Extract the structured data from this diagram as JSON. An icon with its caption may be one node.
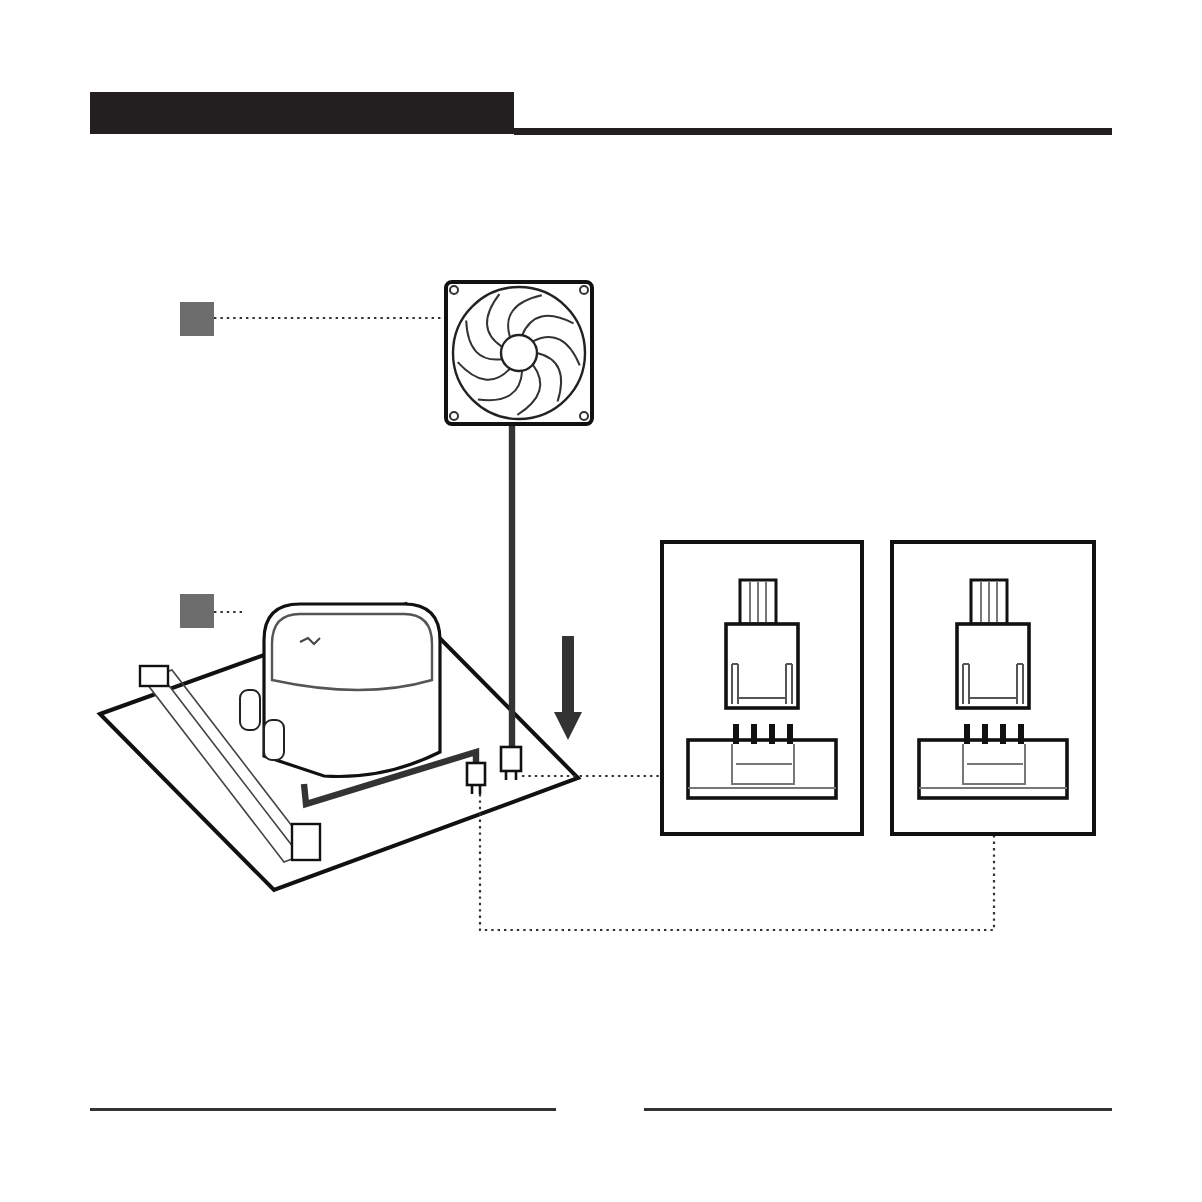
{
  "diagram": {
    "nodes": [
      {
        "text": [],
        "shape": "box"
      },
      {
        "text": [],
        "shape": "picture"
      },
      {
        "text": [],
        "shape": "box"
      },
      {
        "text": [],
        "shape": "picture"
      },
      {
        "text": [],
        "shape": "box"
      },
      {
        "text": [],
        "shape": "box"
      },
      {
        "text": [],
        "shape": "picture"
      },
      {
        "text": [],
        "shape": "picture"
      }
    ],
    "edges": [
      {
        "from": 0,
        "to": 1,
        "arrow": "none",
        "style": "dashed"
      },
      {
        "from": 2,
        "to": 3,
        "arrow": "none",
        "style": "dashed"
      },
      {
        "from": 1,
        "to": 4,
        "arrow": "none",
        "style": "thick"
      },
      {
        "from": 3,
        "to": 5,
        "arrow": "none",
        "style": "thick"
      },
      {
        "from": 4,
        "to": 6,
        "arrow": "none",
        "style": "dashed"
      },
      {
        "from": 5,
        "to": 7,
        "arrow": "none",
        "style": "dashed"
      }
    ]
  }
}
